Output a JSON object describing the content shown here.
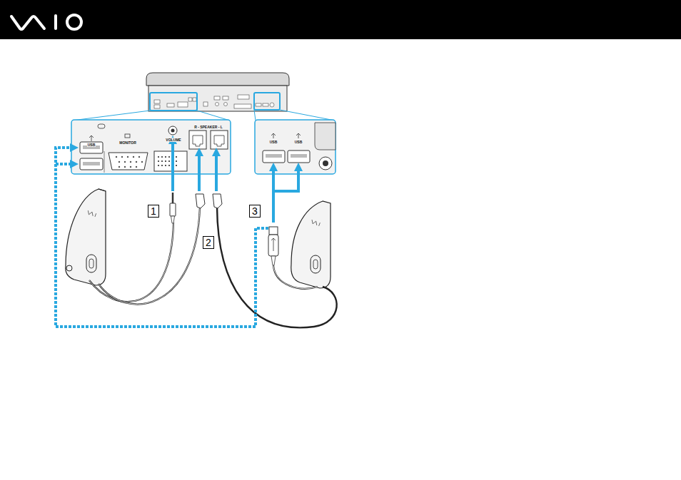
{
  "diagram": {
    "nodes": [
      {
        "text": [
          "1"
        ]
      },
      {
        "text": [
          "2"
        ]
      },
      {
        "text": [
          "3"
        ]
      }
    ],
    "labels": [
      "USB",
      "MONITOR",
      "VOLUME",
      "R - SPEAKER - L",
      "USB",
      "USB"
    ]
  }
}
